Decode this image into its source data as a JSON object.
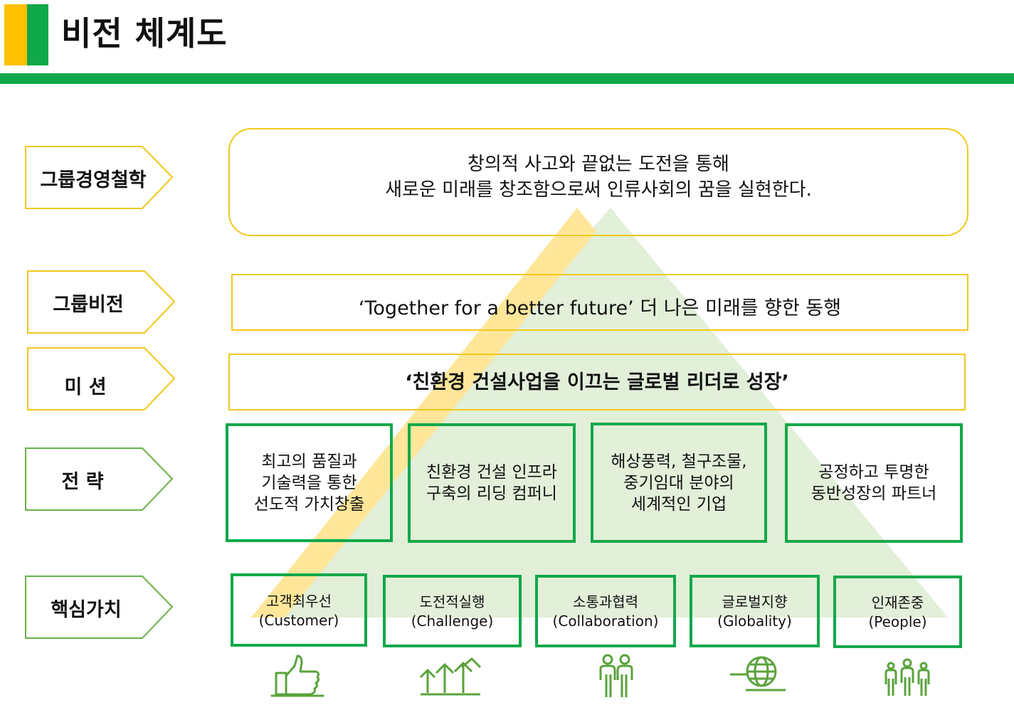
{
  "header": {
    "title": "비전 체계도"
  },
  "labels": {
    "philosophy": "그룹경영철학",
    "vision": "그룹비전",
    "mission": "미 션",
    "strategy": "전 략",
    "core_values": "핵심가치"
  },
  "philosophy": {
    "line1": "창의적 사고와 끝없는 도전을 통해",
    "line2": "새로운 미래를 창조함으로써 인류사회의 꿈을 실현한다."
  },
  "vision": {
    "text": "‘Together for a better future’ 더 나은 미래를 향한 동행"
  },
  "mission": {
    "text": "‘친환경 건설사업을 이끄는 글로벌 리더로 성장’"
  },
  "strategies": [
    {
      "lines": [
        "최고의 품질과",
        "기술력을 통한",
        "선도적 가치창출"
      ]
    },
    {
      "lines": [
        "친환경 건설 인프라",
        "구축의 리딩 컴퍼니"
      ]
    },
    {
      "lines": [
        "해상풍력, 철구조물,",
        "중기임대 분야의",
        "세계적인 기업"
      ]
    },
    {
      "lines": [
        "공정하고 투명한",
        "동반성장의 파트너"
      ]
    }
  ],
  "values": [
    {
      "ko": "고객최우선",
      "en": "(Customer)",
      "icon": "thumbs-up-icon"
    },
    {
      "ko": "도전적실행",
      "en": "(Challenge)",
      "icon": "rising-arrows-icon"
    },
    {
      "ko": "소통과협력",
      "en": "(Collaboration)",
      "icon": "people-together-icon"
    },
    {
      "ko": "글로벌지향",
      "en": "(Globality)",
      "icon": "globe-icon"
    },
    {
      "ko": "인재존중",
      "en": "(People)",
      "icon": "people-group-icon"
    }
  ],
  "colors": {
    "green": "#0fa84a",
    "yellow": "#ffc000",
    "pyramid_green": "#e2efd9",
    "pyramid_yellow": "#ffe699",
    "icon_green": "#5aa33b"
  }
}
